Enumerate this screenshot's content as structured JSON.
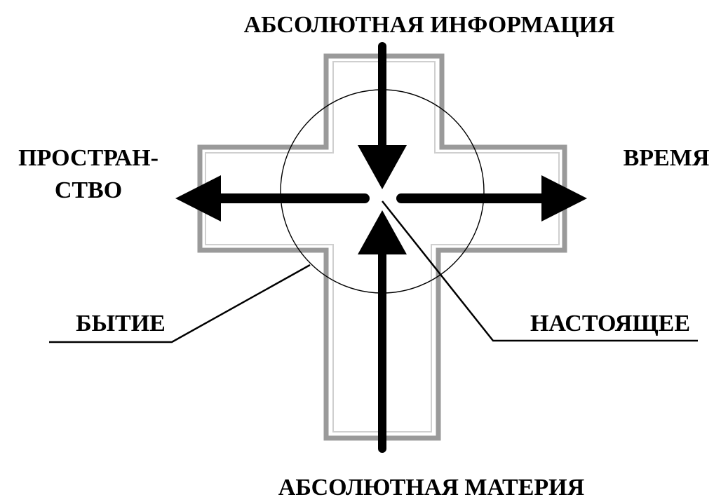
{
  "diagram": {
    "labels": {
      "top": "АБСОЛЮТНАЯ ИНФОРМАЦИЯ",
      "bottom": "АБСОЛЮТНАЯ МАТЕРИЯ",
      "left_line1": "ПРОСТРАН-",
      "left_line2": "СТВО",
      "right": "ВРЕМЯ",
      "callout_left": "БЫТИЕ",
      "callout_right": "НАСТОЯЩЕЕ"
    },
    "colors": {
      "ink": "#000000",
      "cross_outline": "#9a9a9a",
      "cross_fill": "#ffffff"
    }
  }
}
